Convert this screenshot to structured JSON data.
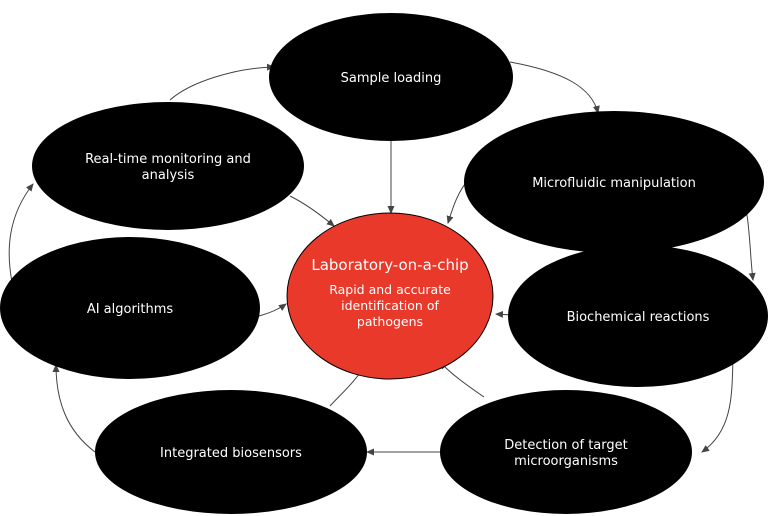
{
  "colors": {
    "background": "#ffffff",
    "node_fill": "#000000",
    "node_text": "#ffffff",
    "center_fill": "#e8392b",
    "center_stroke": "#000000",
    "arrow": "#444444"
  },
  "center": {
    "title": "Laboratory-on-a-chip",
    "subtitle_lines": [
      "Rapid and accurate",
      "identification of",
      "pathogens"
    ]
  },
  "nodes": [
    {
      "id": "sample-loading",
      "lines": [
        "Sample loading"
      ]
    },
    {
      "id": "microfluidic-manipulation",
      "lines": [
        "Microfluidic manipulation"
      ]
    },
    {
      "id": "biochemical-reactions",
      "lines": [
        "Biochemical reactions"
      ]
    },
    {
      "id": "detection-of-target-microorganisms",
      "lines": [
        "Detection of target",
        "microorganisms"
      ]
    },
    {
      "id": "integrated-biosensors",
      "lines": [
        "Integrated biosensors"
      ]
    },
    {
      "id": "ai-algorithms",
      "lines": [
        "AI algorithms"
      ]
    },
    {
      "id": "real-time-monitoring-and-analysis",
      "lines": [
        "Real-time monitoring and",
        "analysis"
      ]
    }
  ]
}
